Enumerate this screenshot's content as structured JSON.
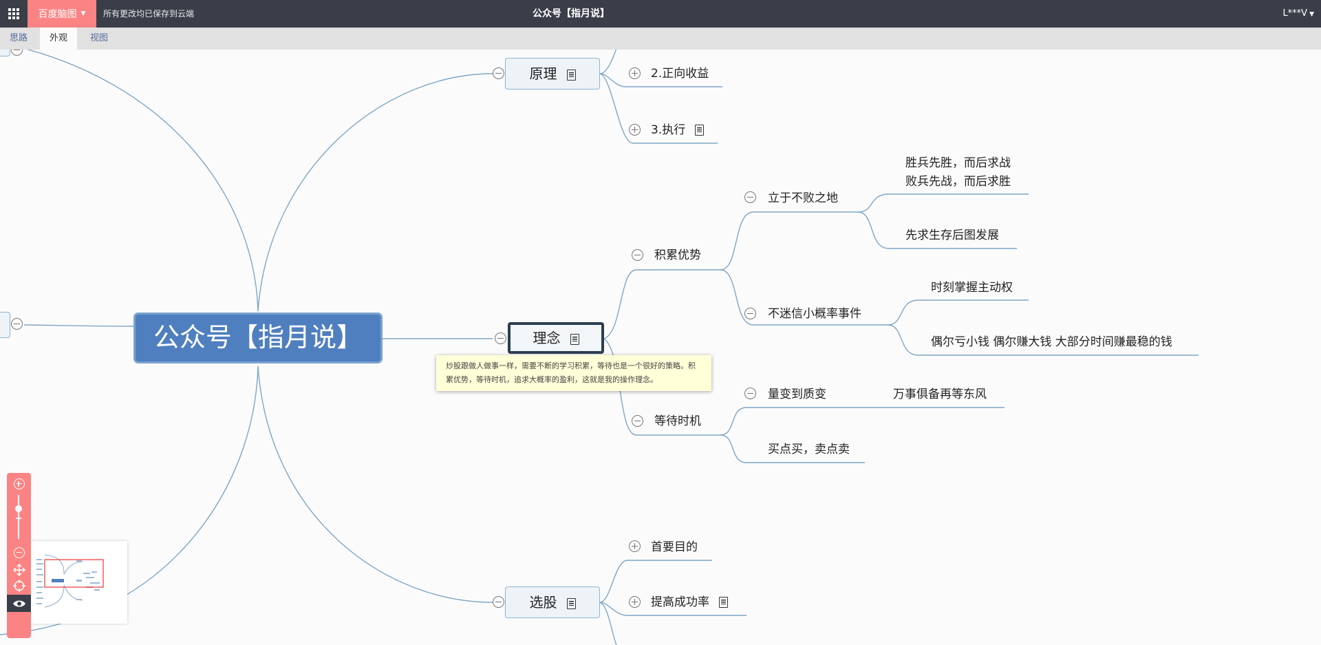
{
  "topbar": {
    "brand_label": "百度脑图",
    "save_status": "所有更改均已保存到云端",
    "title": "公众号【指月说】",
    "user": "L***V"
  },
  "tabs": [
    {
      "label": "思路",
      "active": false
    },
    {
      "label": "外观",
      "active": true
    },
    {
      "label": "视图",
      "active": false
    }
  ],
  "mindmap": {
    "root": "公众号【指月说】",
    "principle": {
      "label": "原理",
      "children": [
        "2.正向收益",
        "3.执行"
      ]
    },
    "concept": {
      "label": "理念",
      "note": "炒股跟做人做事一样，需要不断的学习积累，等待也是一个很好的策略。积累优势，等待时机，追求大概率的盈利，这就是我的操作理念。",
      "accumulate": {
        "label": "积累优势",
        "invincible": {
          "label": "立于不败之地",
          "line1": "胜兵先胜，而后求战",
          "line2": "败兵先战，而后求胜",
          "survive": "先求生存后图发展"
        },
        "no_small_prob": {
          "label": "不迷信小概率事件",
          "initiative": "时刻掌握主动权",
          "steady": "偶尔亏小钱 偶尔赚大钱 大部分时间赚最稳的钱"
        }
      },
      "wait": {
        "label": "等待时机",
        "quality": {
          "label": "量变到质变",
          "east_wind": "万事俱备再等东风"
        },
        "buy_sell": "买点买，卖点卖"
      }
    },
    "stock_pick": {
      "label": "选股",
      "children": [
        "首要目的",
        "提高成功率"
      ]
    }
  },
  "colors": {
    "topbar": "#393e48",
    "brand": "#fc8383",
    "root_fill": "#4f7fbf",
    "link": "#7ea6c4"
  }
}
